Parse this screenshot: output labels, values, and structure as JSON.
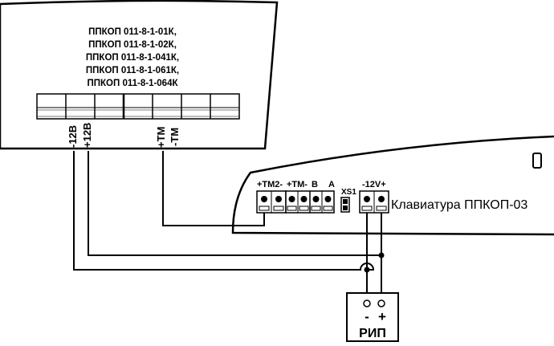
{
  "panel": {
    "model_lines": [
      "ППКОП 011-8-1-01К,",
      "ППКОП 011-8-1-02К,",
      "ППКОП 011-8-1-041К,",
      "ППКОП 011-8-1-061К,",
      "ППКОП 011-8-1-064К"
    ],
    "terminal_labels": {
      "minus12": "-12В",
      "plus12": "+12В",
      "plus_tm": "+ТМ",
      "minus_tm": "-ТМ"
    }
  },
  "keypad": {
    "title": "Клавиатура ППКОП-03",
    "block1_label": "+TM2-",
    "block2_label": "+TM-",
    "label_b": "B",
    "label_a": "A",
    "jumper_label": "XS1",
    "power_label": "-12V+"
  },
  "psu": {
    "minus": "-",
    "plus": "+",
    "label": "РИП"
  }
}
